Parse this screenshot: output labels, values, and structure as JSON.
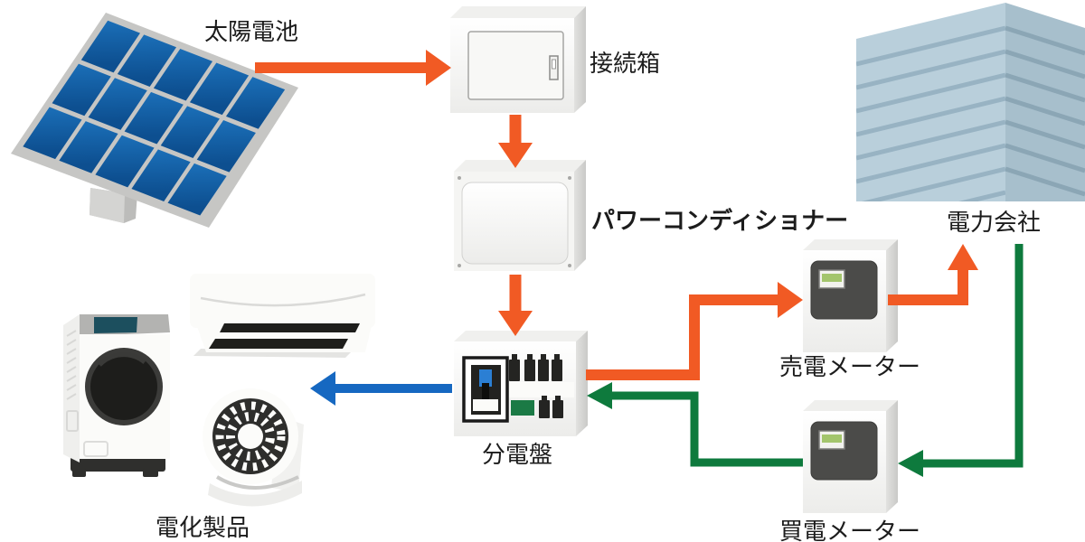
{
  "diagram": {
    "type": "solar-power-system-flow",
    "labels": {
      "solar_panel": "太陽電池",
      "junction_box": "接続箱",
      "power_conditioner": "パワーコンディショナー",
      "power_company": "電力会社",
      "sell_meter": "売電メーター",
      "distribution_board": "分電盤",
      "buy_meter": "買電メーター",
      "appliances": "電化製品"
    },
    "flows": [
      {
        "from": "solar_panel",
        "to": "junction_box",
        "color_key": "sell_flow_orange"
      },
      {
        "from": "junction_box",
        "to": "power_conditioner",
        "color_key": "sell_flow_orange"
      },
      {
        "from": "power_conditioner",
        "to": "distribution_board",
        "color_key": "sell_flow_orange"
      },
      {
        "from": "distribution_board",
        "to": "sell_meter",
        "color_key": "sell_flow_orange"
      },
      {
        "from": "sell_meter",
        "to": "power_company",
        "color_key": "sell_flow_orange"
      },
      {
        "from": "power_company",
        "to": "buy_meter",
        "color_key": "buy_flow_green"
      },
      {
        "from": "buy_meter",
        "to": "distribution_board",
        "color_key": "buy_flow_green"
      },
      {
        "from": "distribution_board",
        "to": "appliances",
        "color_key": "home_flow_blue"
      }
    ],
    "icons": [
      "solar-panel-icon",
      "junction-box-icon",
      "power-conditioner-icon",
      "distribution-board-icon",
      "sell-meter-icon",
      "buy-meter-icon",
      "office-building-icon",
      "washing-machine-icon",
      "air-conditioner-icon",
      "circulator-fan-icon"
    ]
  },
  "colors": {
    "sell_flow_orange": "#f15a24",
    "buy_flow_green": "#0e7a3d",
    "home_flow_blue": "#1668c1",
    "solar_cell_blue_light": "#1b6fb8",
    "solar_cell_blue_dark": "#0d4f90",
    "panel_frame_gray": "#c6c6c4",
    "building_left_face": "#b9cfdb",
    "building_right_face": "#a7bfcc",
    "building_stripe_left": "#98b3c3",
    "building_stripe_right": "#8ba6b5",
    "meter_panel_gray": "#4b4b49",
    "meter_lcd_green": "#a3c56c",
    "breaker_green": "#1b7a45",
    "breaker_toggle_blue": "#2b7fd4"
  }
}
